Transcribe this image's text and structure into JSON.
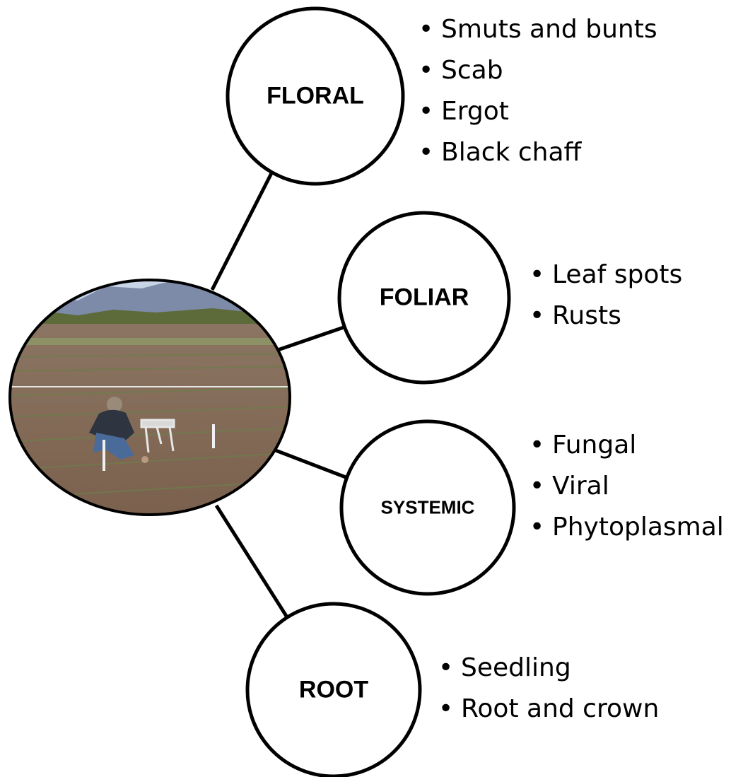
{
  "nodes": {
    "floral": {
      "label": "FLORAL",
      "items": [
        "Smuts and bunts",
        "Scab",
        "Ergot",
        "Black chaff"
      ]
    },
    "foliar": {
      "label": "FOLIAR",
      "items": [
        "Leaf spots",
        "Rusts"
      ]
    },
    "systemic": {
      "label": "SYSTEMIC",
      "items": [
        "Fungal",
        "Viral",
        "Phytoplasmal"
      ]
    },
    "root": {
      "label": "ROOT",
      "items": [
        "Seedling",
        "Root and crown"
      ]
    }
  },
  "bullet": "•",
  "colors": {
    "stroke": "#000000",
    "sky": "#aebfd8",
    "mountains": "#7d8aa8",
    "trees": "#5d6b3a",
    "field": "#8a6f5a",
    "field_dark": "#6e5646",
    "rows": "#7d8a58",
    "jacket": "#2e3440",
    "jeans": "#4a6a9a"
  }
}
